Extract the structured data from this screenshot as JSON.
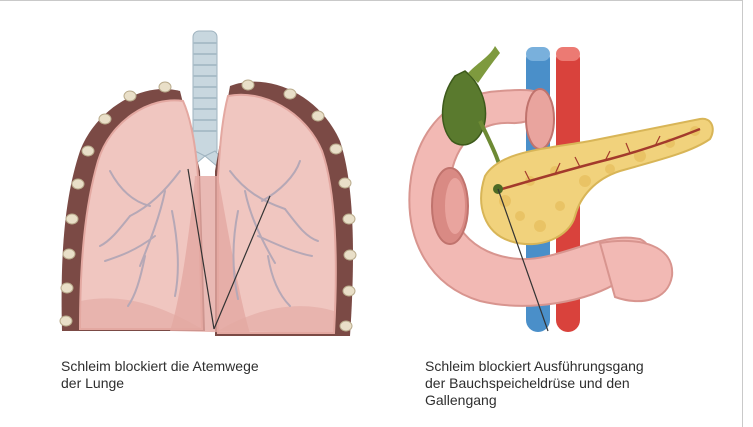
{
  "left_panel": {
    "subject_icon": "lungs-illustration",
    "caption_lines": [
      "Schleim blockiert die Atemwege",
      "der Lunge"
    ]
  },
  "right_panel": {
    "subject_icon": "pancreas-digestive-illustration",
    "caption_lines": [
      "Schleim blockiert Ausführungsgang",
      "der Bauchspeicheldrüse und den",
      "Gallengang"
    ]
  },
  "colors": {
    "lung_fill": "#f0c6c0",
    "lung_shadow": "#e3a8a1",
    "pleura": "#7b4a45",
    "cartilage": "#e9dfc8",
    "trachea": "#c8d7df",
    "airways": "#b6a8b6",
    "intestine": "#f2b9b4",
    "pancreas": "#f1d27c",
    "gallbladder": "#5a7a2e",
    "vein": "#4a8fc9",
    "artery": "#d9423c",
    "pointer_line": "#333333"
  }
}
